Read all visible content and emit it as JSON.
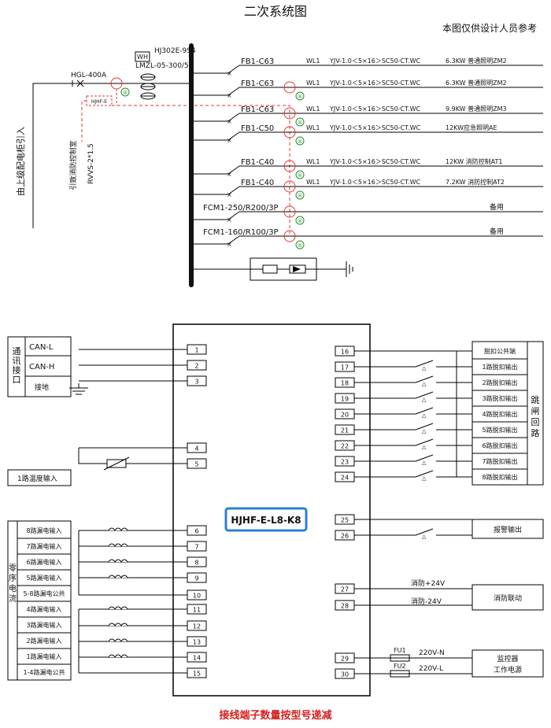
{
  "title": "二次系统图",
  "note": "本图仅供设计人员参考",
  "top": {
    "incoming_label": "由上级配电柜引入",
    "main_switch": "HGL-400A",
    "meter_label": "HJ302E-9S4",
    "meter_box": "WH",
    "ct_label": "LMZL-05-300/5",
    "module_label": "HJHF-E",
    "cable_label_1": "引致消防控制室",
    "cable_label_2": "RVVS-2*1.5",
    "sensor_symbol": "®",
    "branches": [
      {
        "breaker": "FB1-C63",
        "line": "WL1",
        "cable": "YJV-1.0＜5×16＞SC50-CT.WC",
        "load": "6.3KW 普通照明ZM2"
      },
      {
        "breaker": "FB1-C63",
        "line": "WL1",
        "cable": "YJV-1.0＜5×16＞SC50-CT.WC",
        "load": "6.3KW 普通照明ZM2"
      },
      {
        "breaker": "FB1-C63",
        "line": "WL1",
        "cable": "YJV-1.0＜5×16＞SC50-CT.WC",
        "load": "9.9KW 普通照明ZM3"
      },
      {
        "breaker": "FB1-C50",
        "line": "WL1",
        "cable": "YJV-1.0＜5×16＞SC50-CT.WC",
        "load": "12KW应急照明AE"
      },
      {
        "breaker": "FB1-C40",
        "line": "WL1",
        "cable": "YJV-1.0＜5×16＞SC50-CT.WC",
        "load": "12KW 消防控制AT1"
      },
      {
        "breaker": "FB1-C40",
        "line": "WL1",
        "cable": "YJV-1.0＜5×16＞SC50-CT.WC",
        "load": "7.2KW 消防控制AT2"
      }
    ],
    "spares": [
      {
        "breaker": "FCM1-250/R200/3P",
        "load": "备用"
      },
      {
        "breaker": "FCM1-160/R100/3P",
        "load": "备用"
      }
    ]
  },
  "bottom": {
    "device_name": "HJHF-E-L8-K8",
    "comm_group_label": "通讯接口",
    "comm_rows": [
      "CAN-L",
      "CAN-H",
      "接地"
    ],
    "temp_input": "1路温度输入",
    "leak_group_label": "零序电流",
    "leak_rows": [
      "8路漏电输入",
      "7路漏电输入",
      "6路漏电输入",
      "5路漏电输入",
      "5-8路漏电公共",
      "4路漏电输入",
      "3路漏电输入",
      "2路漏电输入",
      "1路漏电输入",
      "1-4路漏电公共"
    ],
    "left_terminals": [
      "1",
      "2",
      "3",
      "4",
      "5",
      "6",
      "7",
      "8",
      "9",
      "10",
      "11",
      "12",
      "13",
      "14",
      "15"
    ],
    "right_terminals": [
      "16",
      "17",
      "18",
      "19",
      "20",
      "21",
      "22",
      "23",
      "24",
      "25",
      "26",
      "27",
      "28",
      "29",
      "30"
    ],
    "trip_group_label": "跳闸回路",
    "trip_rows": [
      "脱扣公共端",
      "1路脱扣输出",
      "2路脱扣输出",
      "3路脱扣输出",
      "4路脱扣输出",
      "5路脱扣输出",
      "6路脱扣输出",
      "7路脱扣输出",
      "8路脱扣输出"
    ],
    "alarm_output": "报警输出",
    "fire_plus": "消防+24V",
    "fire_minus": "消防-24V",
    "fire_link": "消防联动",
    "fu1": "FU1",
    "fu2": "FU2",
    "pwr_n": "220V-N",
    "pwr_l": "220V-L",
    "monitor_power_1": "监控器",
    "monitor_power_2": "工作电源",
    "footer_note": "接线端子数量按型号递减"
  }
}
